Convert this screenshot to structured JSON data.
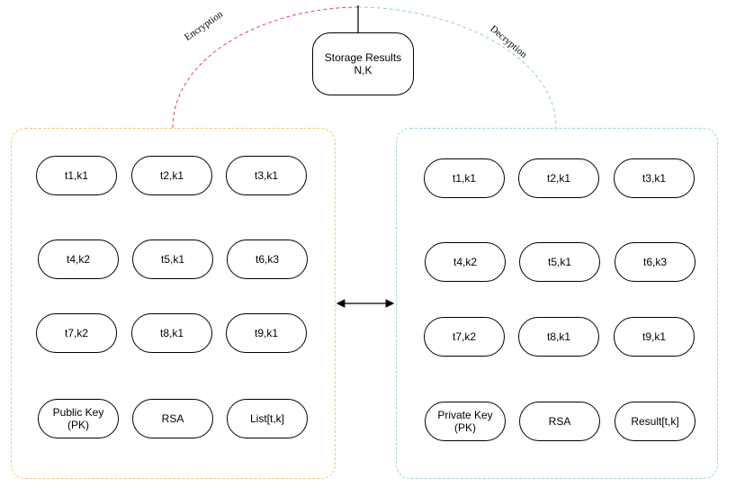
{
  "storage": {
    "line1": "Storage Results",
    "line2": "N,K"
  },
  "labels": {
    "encryption": "Encryption",
    "decryption": "Decryption"
  },
  "left_group": {
    "rows": [
      [
        "t1,k1",
        "t2,k1",
        "t3,k1"
      ],
      [
        "t4,k2",
        "t5,k1",
        "t6,k3"
      ],
      [
        "t7,k2",
        "t8,k1",
        "t9,k1"
      ]
    ],
    "bottom": {
      "key_line1": "Public Key",
      "key_line2": "(PK)",
      "algo": "RSA",
      "list": "List[t,k]"
    }
  },
  "right_group": {
    "rows": [
      [
        "t1,k1",
        "t2,k1",
        "t3,k1"
      ],
      [
        "t4,k2",
        "t5,k1",
        "t6,k3"
      ],
      [
        "t7,k2",
        "t8,k1",
        "t9,k1"
      ]
    ],
    "bottom": {
      "key_line1": "Private Key",
      "key_line2": "(PK)",
      "algo": "RSA",
      "result": "Result[t,k]"
    }
  },
  "colors": {
    "encryption_arc": "#e8474f",
    "decryption_arc": "#8fd0dc",
    "left_border": "#f2c87a",
    "right_border": "#9fd3dc"
  }
}
